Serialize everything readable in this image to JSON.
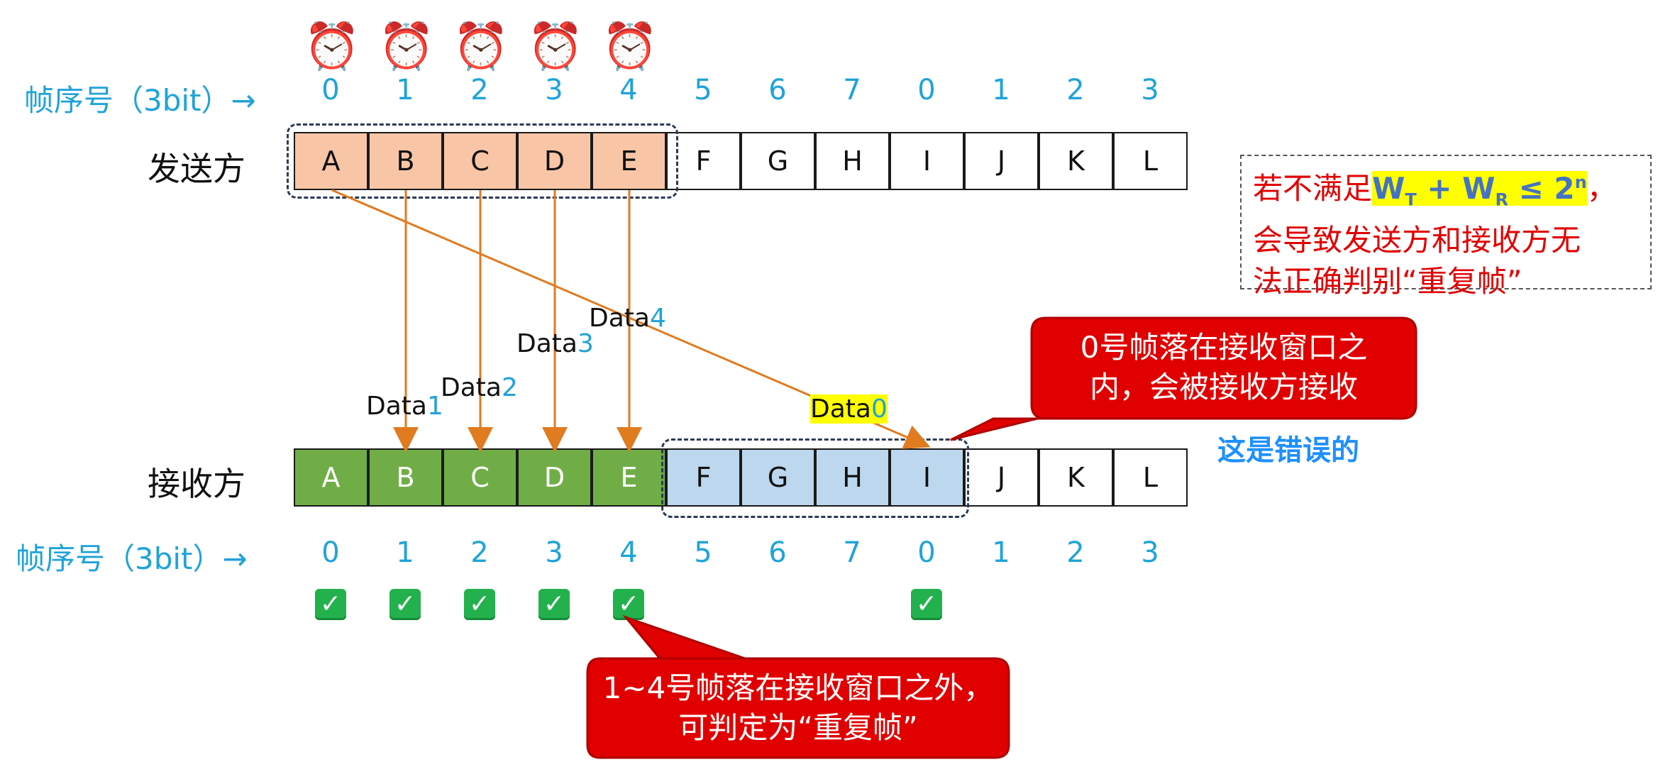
{
  "seq_label": "帧序号（3bit）→",
  "seq_numbers": [
    "0",
    "1",
    "2",
    "3",
    "4",
    "5",
    "6",
    "7",
    "0",
    "1",
    "2",
    "3"
  ],
  "sender": {
    "label": "发送方",
    "frames": [
      "A",
      "B",
      "C",
      "D",
      "E",
      "F",
      "G",
      "H",
      "I",
      "J",
      "K",
      "L"
    ]
  },
  "receiver": {
    "label": "接收方",
    "frames": [
      "A",
      "B",
      "C",
      "D",
      "E",
      "F",
      "G",
      "H",
      "I",
      "J",
      "K",
      "L"
    ]
  },
  "data_labels": {
    "d1": {
      "prefix": "Data",
      "num": "1"
    },
    "d2": {
      "prefix": "Data",
      "num": "2"
    },
    "d3": {
      "prefix": "Data",
      "num": "3"
    },
    "d4": {
      "prefix": "Data",
      "num": "4"
    },
    "d0": {
      "prefix": "Data",
      "num": "0"
    }
  },
  "note": {
    "line1_prefix": "若不满足",
    "formula": "W",
    "sub_t": "T",
    "plus": " + W",
    "sub_r": "R",
    "le": " ≤ 2",
    "sup_n": "n",
    "line1_suffix": "，",
    "line2": "会导致发送方和接收方无",
    "line3": "法正确判别“重复帧”"
  },
  "bubble_top": {
    "line1": "0号帧落在接收窗口之",
    "line2": "内，会被接收方接收"
  },
  "wrong_text": "这是错误的",
  "bubble_bottom": {
    "line1": "1~4号帧落在接收窗口之外，",
    "line2": "可判定为“重复帧”"
  },
  "icons": {
    "timer": "alarm-clock-icon",
    "check": "check-mark-icon"
  },
  "colors": {
    "accent_blue": "#1fa3d9",
    "sent_fill": "#f8c6a7",
    "recv_fill": "#70ad47",
    "window_fill": "#bdd7ee",
    "arrow": "#e07b20",
    "callout_red": "#e00000"
  }
}
